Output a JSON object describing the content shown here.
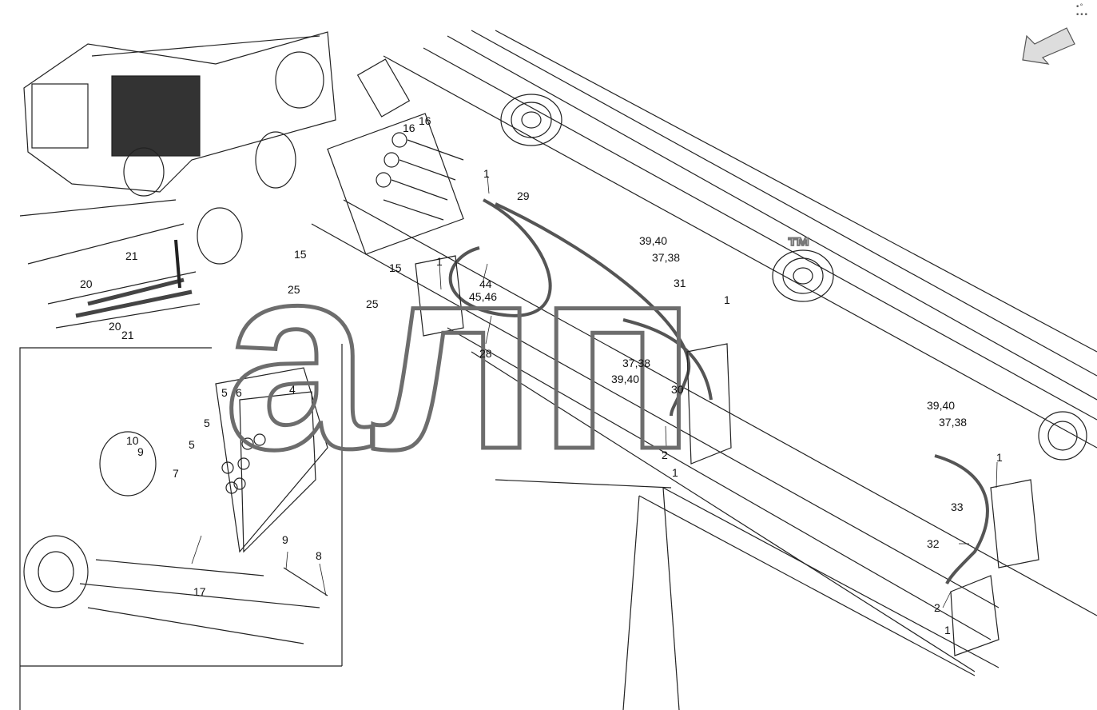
{
  "watermark": {
    "text": "алп",
    "trademark": "™"
  },
  "corner_mark": "•° •••",
  "callouts": [
    {
      "text": "16"
    },
    {
      "text": "16"
    },
    {
      "text": "1"
    },
    {
      "text": "29"
    },
    {
      "text": "15"
    },
    {
      "text": "15"
    },
    {
      "text": "25"
    },
    {
      "text": "25"
    },
    {
      "text": "1"
    },
    {
      "text": "44"
    },
    {
      "text": "45,46"
    },
    {
      "text": "28"
    },
    {
      "text": "39,40"
    },
    {
      "text": "37,38"
    },
    {
      "text": "31"
    },
    {
      "text": "1"
    },
    {
      "text": "37,38"
    },
    {
      "text": "39,40"
    },
    {
      "text": "30"
    },
    {
      "text": "2"
    },
    {
      "text": "1"
    },
    {
      "text": "39,40"
    },
    {
      "text": "37,38"
    },
    {
      "text": "1"
    },
    {
      "text": "33"
    },
    {
      "text": "32"
    },
    {
      "text": "2"
    },
    {
      "text": "1"
    },
    {
      "text": "21"
    },
    {
      "text": "20"
    },
    {
      "text": "20"
    },
    {
      "text": "21"
    },
    {
      "text": "5"
    },
    {
      "text": "6"
    },
    {
      "text": "4"
    },
    {
      "text": "5"
    },
    {
      "text": "5"
    },
    {
      "text": "10"
    },
    {
      "text": "9"
    },
    {
      "text": "7"
    },
    {
      "text": "9"
    },
    {
      "text": "8"
    },
    {
      "text": "17"
    }
  ]
}
